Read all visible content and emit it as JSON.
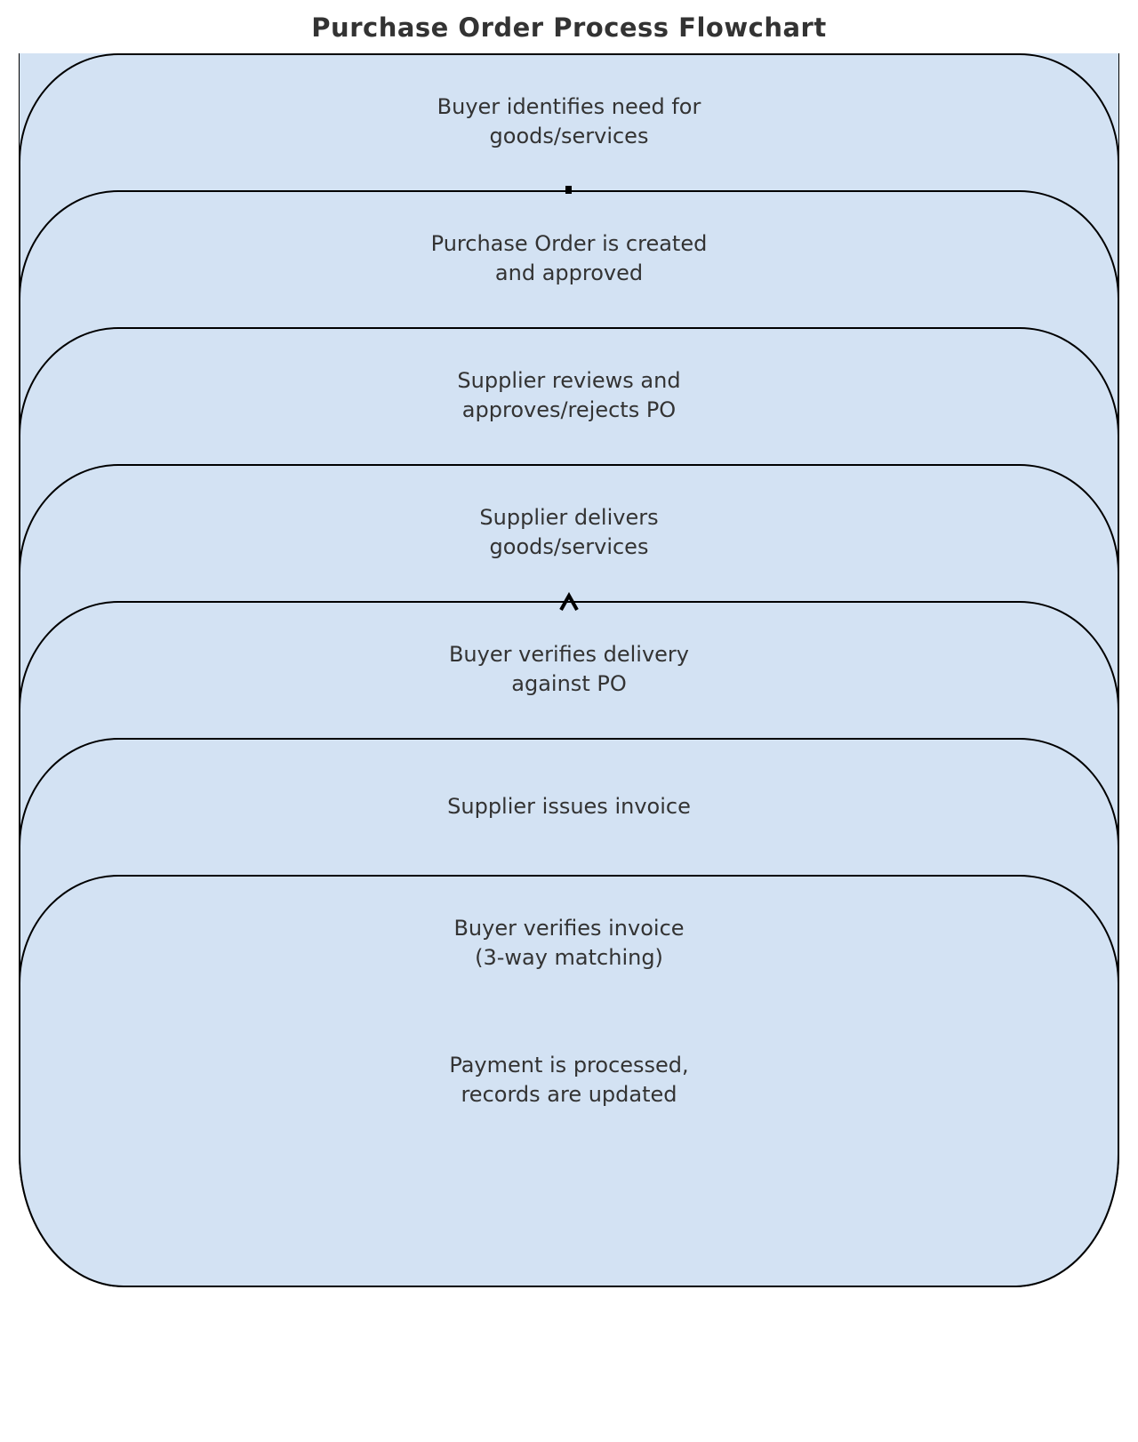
{
  "title": "Purchase Order Process Flowchart",
  "steps": [
    {
      "lines": [
        "Buyer identifies need for",
        "goods/services"
      ]
    },
    {
      "lines": [
        "Purchase Order is created",
        "and approved"
      ]
    },
    {
      "lines": [
        "Supplier reviews and",
        "approves/rejects PO"
      ]
    },
    {
      "lines": [
        "Supplier delivers",
        "goods/services"
      ]
    },
    {
      "lines": [
        "Buyer verifies delivery",
        "against PO"
      ]
    },
    {
      "lines": [
        "Supplier issues invoice"
      ]
    },
    {
      "lines": [
        "Buyer verifies invoice",
        "(3-way matching)"
      ]
    },
    {
      "lines": [
        "Payment is processed,",
        "records are updated"
      ]
    }
  ],
  "colors": {
    "box_fill": "#d3e2f3",
    "box_border": "#000000",
    "text": "#333333",
    "title": "#333333",
    "page_background": "#ffffff"
  },
  "icons": {
    "arrowhead": "upward-chevron-arrowhead",
    "arrow_dot": "arrow-stub-dot"
  }
}
